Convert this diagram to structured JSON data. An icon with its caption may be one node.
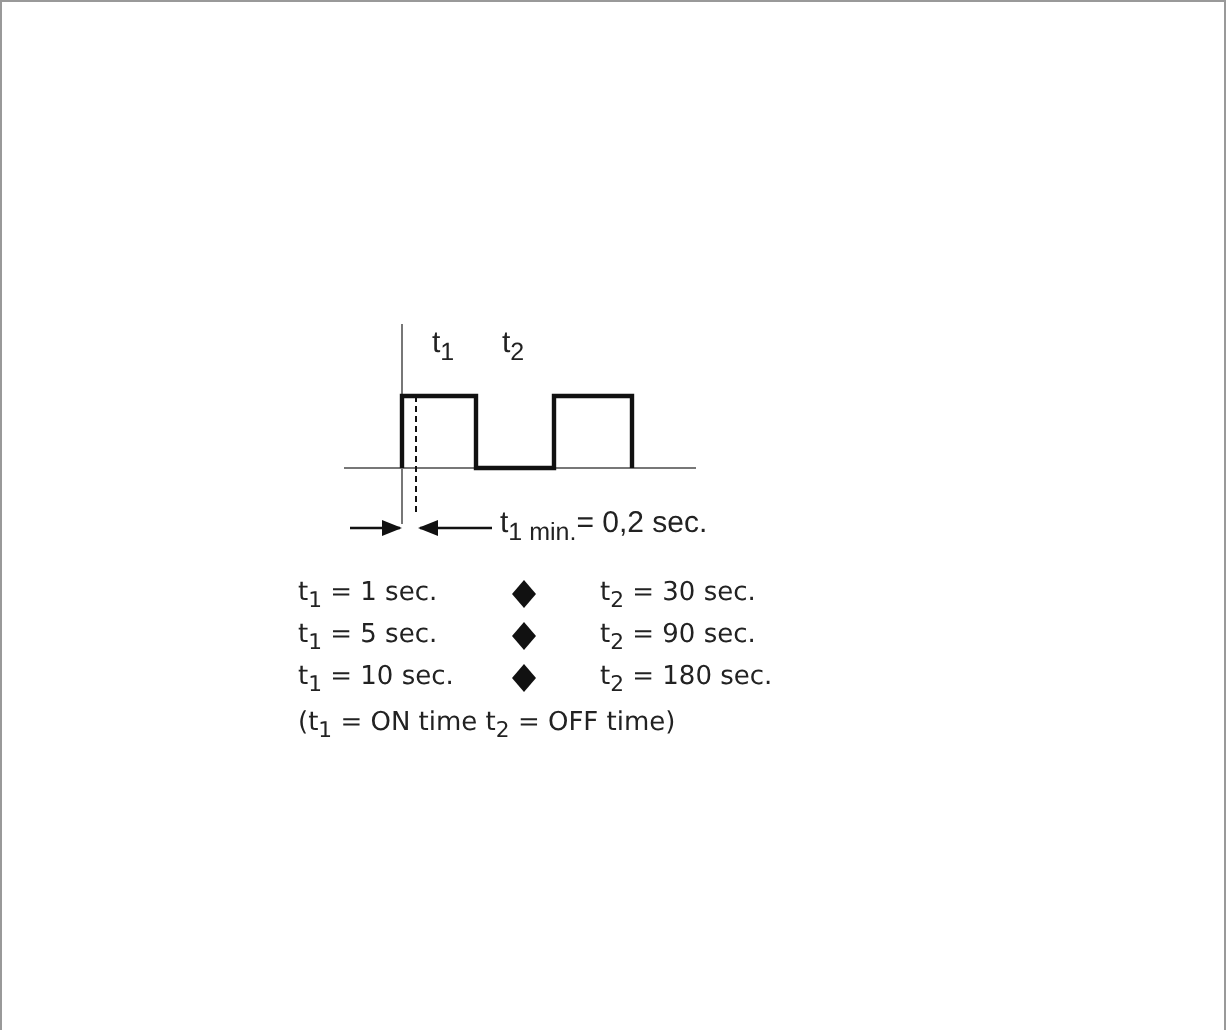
{
  "diagram": {
    "labels": [
      "t$_{1}$",
      "t$_{2}$",
      "t$_{1 min.}$= 0,2 sec.",
      "t$_{1}$ = 1 sec.",
      "t$_{2}$ = 30 sec.",
      "t$_{1}$ = 5 sec.",
      "t$_{2}$ = 90 sec.",
      "t$_{1}$ = 10 sec.",
      "t$_{2}$ = 180 sec.",
      "(t$_{1}$ = ON time t$_{2}$ = OFF time)"
    ]
  }
}
